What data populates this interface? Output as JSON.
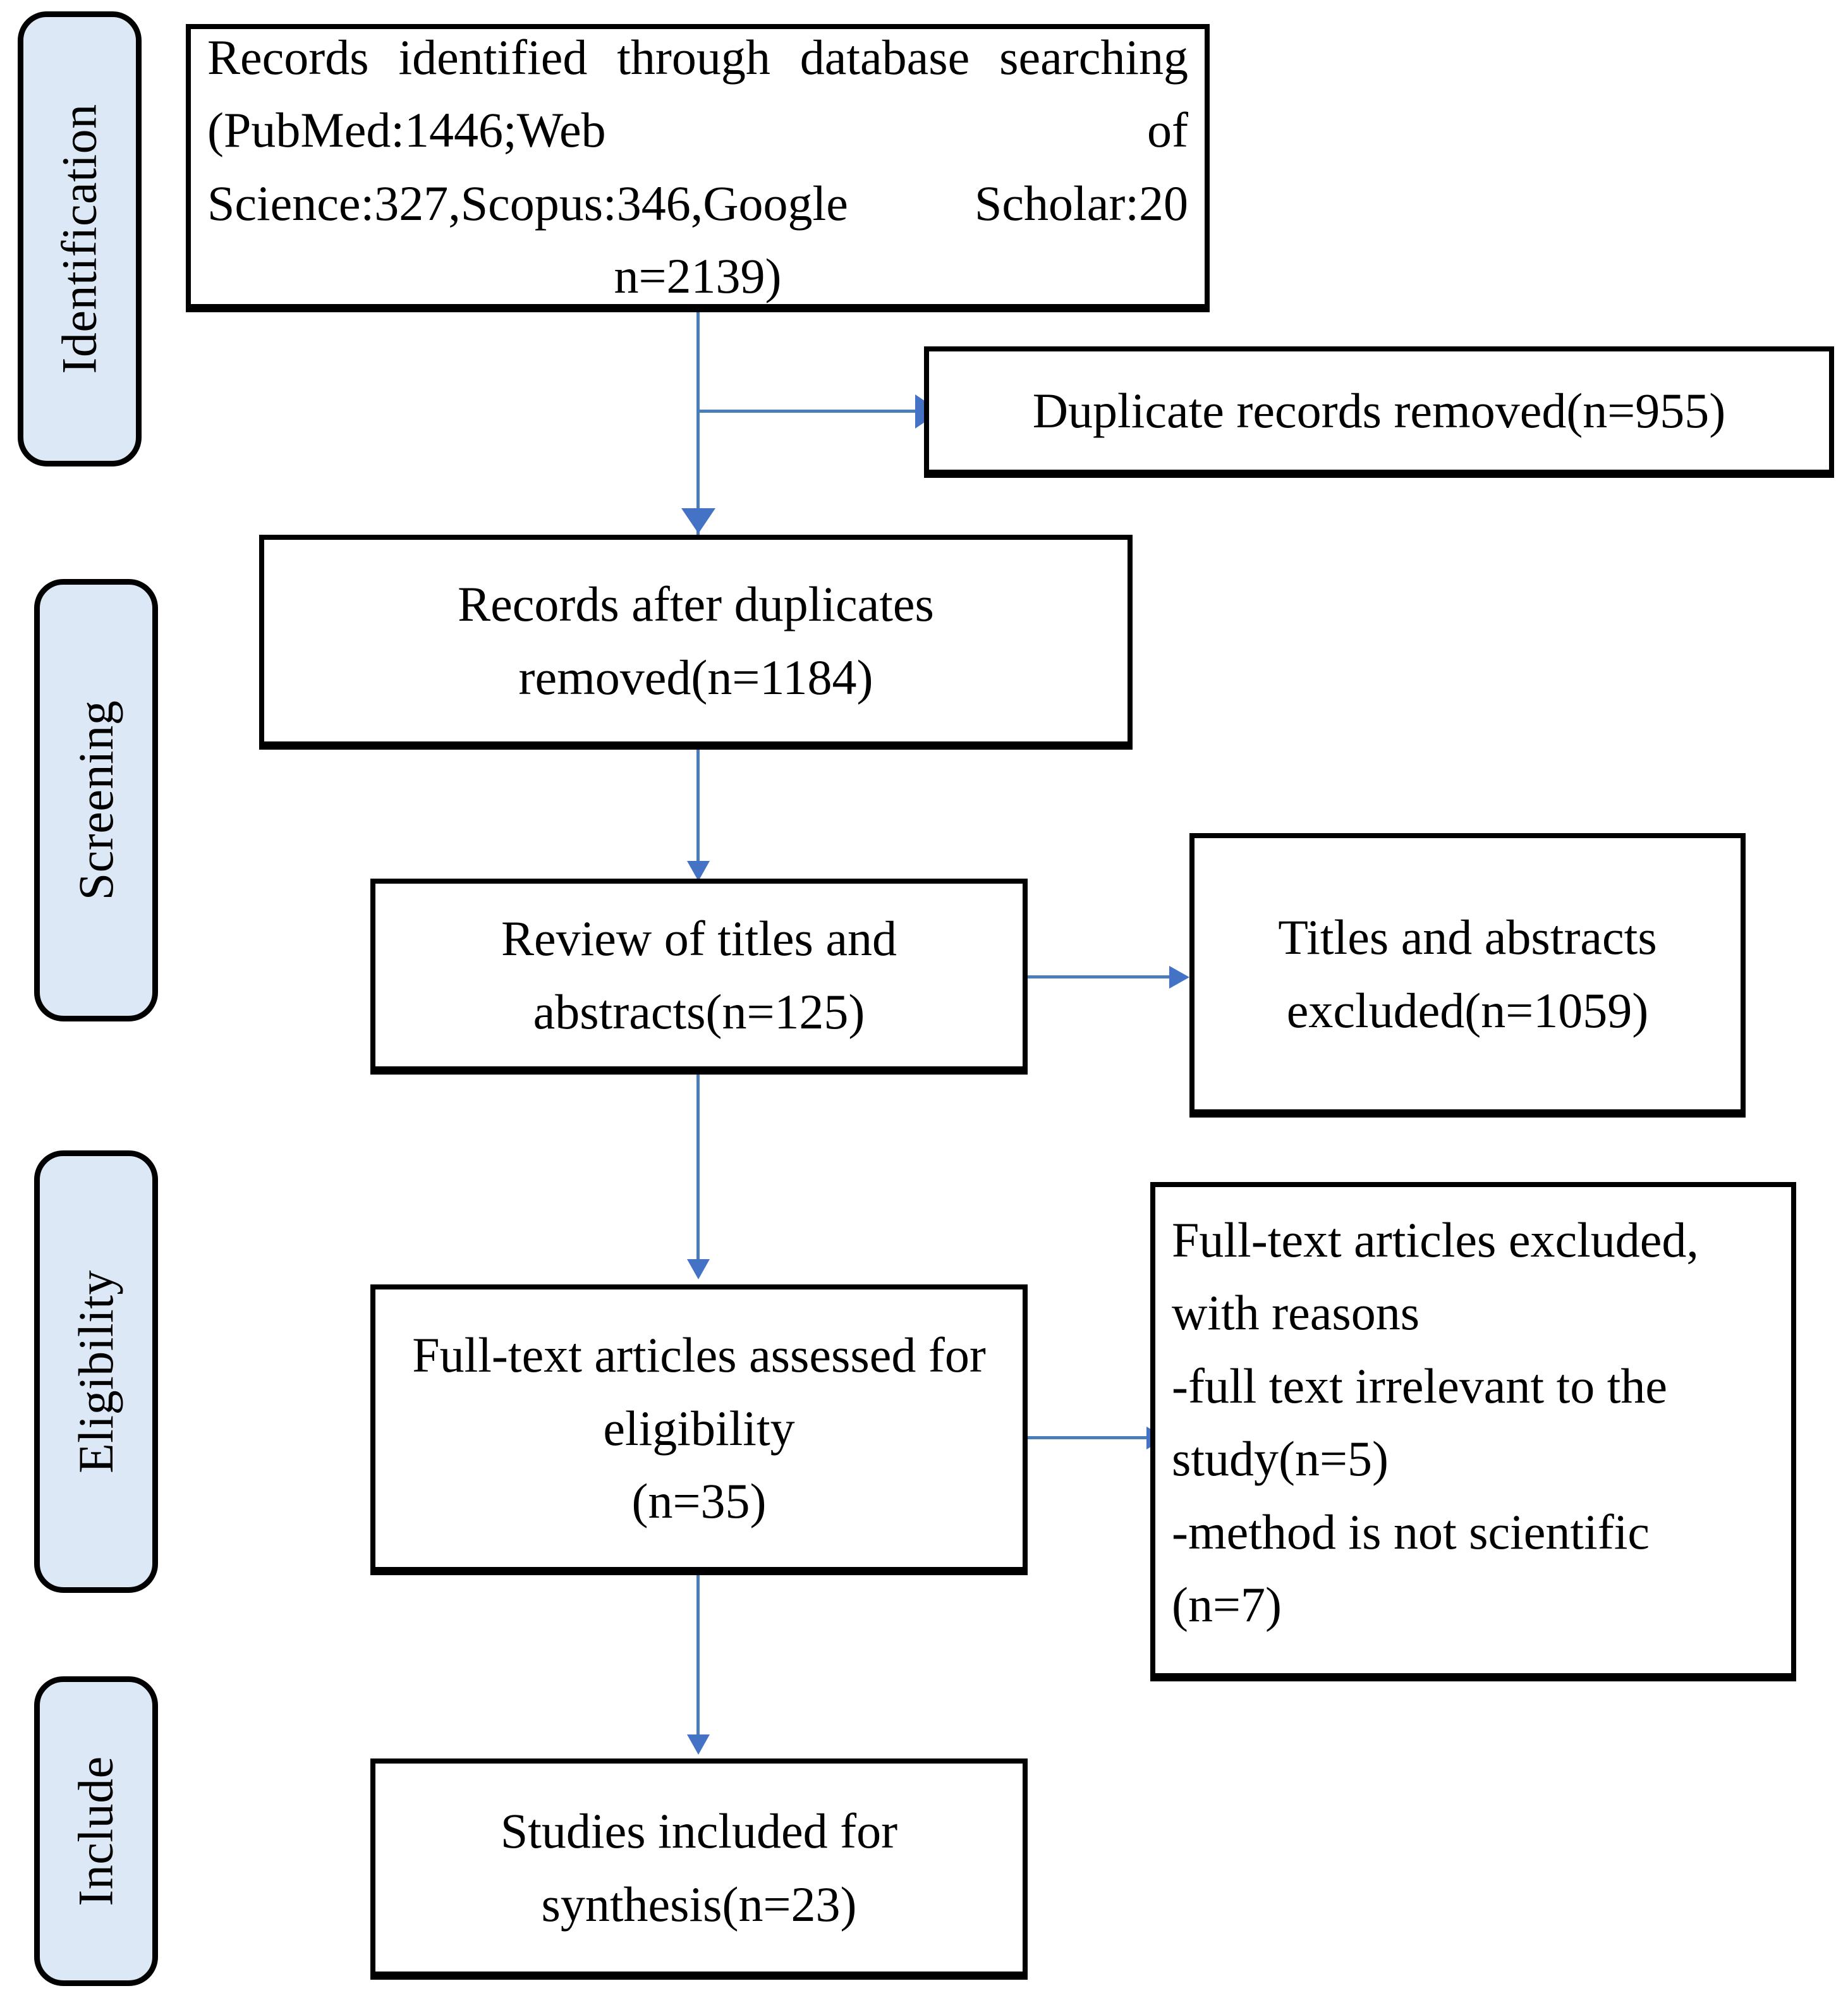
{
  "diagram": {
    "title": "PRISMA study selection flow diagram",
    "accent_color": "#4472C4",
    "phase_pill_fill": "#DDE8F7",
    "box_border_color": "#000000"
  },
  "phases": [
    {
      "id": "identification",
      "label": "Identification"
    },
    {
      "id": "screening",
      "label": "Screening"
    },
    {
      "id": "eligibility",
      "label": "Eligibility"
    },
    {
      "id": "include",
      "label": "Include"
    }
  ],
  "boxes": {
    "records_identified": {
      "text": "Records identified through database searching (PubMed:1446;Web of Science:327,Scopus:346,Google Scholar:20  n=2139)",
      "counts": {
        "PubMed": 1446,
        "Web of Science": 327,
        "Scopus": 346,
        "Google Scholar": 20,
        "total_n": 2139
      }
    },
    "duplicates_removed": {
      "text": "Duplicate records removed(n=955)",
      "n": 955
    },
    "records_after_duplicates": {
      "text": "Records after duplicates removed(n=1184)",
      "n": 1184
    },
    "review_titles_abstracts": {
      "text": "Review of titles and abstracts(n=125)",
      "n": 125
    },
    "titles_abstracts_excluded": {
      "text": "Titles and abstracts excluded(n=1059)",
      "n": 1059
    },
    "fulltext_assessed": {
      "text": "Full-text articles assessed for eligibility\n(n=35)",
      "n": 35
    },
    "fulltext_excluded": {
      "text": "Full-text articles excluded, with reasons\n-full text irrelevant to the study(n=5)\n-method is not scientific\n  (n=7)",
      "reasons": [
        {
          "reason": "full text irrelevant to the study",
          "n": 5
        },
        {
          "reason": "method is not scientific",
          "n": 7
        }
      ]
    },
    "studies_included": {
      "text": "Studies included for synthesis(n=23)",
      "n": 23
    }
  },
  "connectors": [
    {
      "id": "identified-to-after-duplicates",
      "kind": "vertical-arrow"
    },
    {
      "id": "identified-to-duplicates-removed",
      "kind": "horizontal-arrow"
    },
    {
      "id": "after-duplicates-to-review",
      "kind": "vertical-arrow"
    },
    {
      "id": "review-to-excluded",
      "kind": "horizontal-arrow"
    },
    {
      "id": "review-to-fulltext",
      "kind": "vertical-arrow"
    },
    {
      "id": "fulltext-to-excluded-reasons",
      "kind": "horizontal-arrow"
    },
    {
      "id": "fulltext-to-included",
      "kind": "vertical-arrow"
    }
  ]
}
